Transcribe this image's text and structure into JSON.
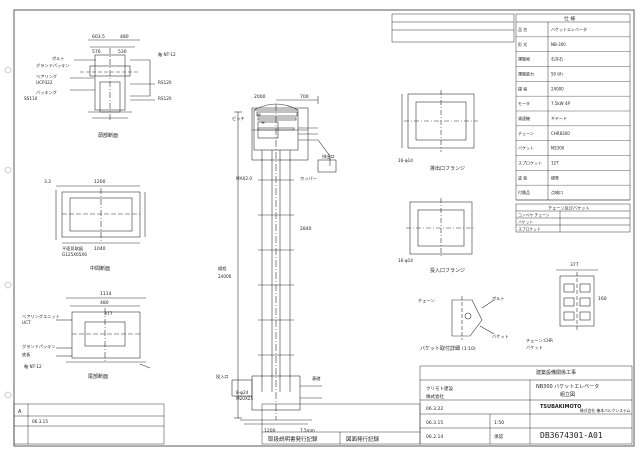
{
  "drawing": {
    "upper_left": {
      "dim_top_a": "603.5",
      "dim_top_b": "480",
      "dim_sub_a": "576",
      "dim_sub_b": "530",
      "label_bolt": "ボルト",
      "label_gland": "グランドパッキン",
      "label_bearing": "ベアリング",
      "label_bearing_code": "UCP322",
      "label_rubber": "バッキング",
      "label_rubber_code": "SS110",
      "label_shaft": "軸 NT-12",
      "label_s1": "RS120",
      "label_s2": "RS120",
      "section_label": "頭部断面"
    },
    "middle_left": {
      "dim_a": "3.2",
      "dim_b": "1200",
      "dim_c": "1040",
      "label_note": "平面見取図",
      "label_spec": "G125X65X6",
      "section_label": "中間断面"
    },
    "lower_left": {
      "dim_a": "1114",
      "dim_b": "480",
      "dim_c": "377",
      "label_bearing": "ベアリングユニット",
      "label_code": "UCT",
      "label_gland": "グランドパッキン",
      "label_plate": "底板",
      "label_shaft": "軸 NT-12",
      "section_label": "尾部断面"
    },
    "center": {
      "label_pitch": "ピッチ",
      "dim_top_a": "2000",
      "dim_top_b": "700",
      "label_max": "MAX2.0",
      "label_hopper": "ホッパー",
      "dim_m": "2840",
      "label_lift": "揚程",
      "label_discharge": "排出口",
      "label_inlet": "投入口",
      "label_base": "基礎",
      "label_frame_a": "24000",
      "label_bot": "8-φ24",
      "label_bot2": "M20X25",
      "dim_width": "1200",
      "dim_base": "7.5mm"
    },
    "right_flange": {
      "label_top": "排出口フランジ",
      "label_mid": "投入口フランジ",
      "label_detail": "バケット取付詳細",
      "label_scale": "(1:10)",
      "label_chain": "チェーン",
      "label_bolt": "ボルト",
      "label_bucket": "バケット",
      "label_chain_code": "チェーン:CHR",
      "label_bucket_code": "バケット",
      "dim_377": "377",
      "dim_160": "160",
      "hole_a": "16-φ14",
      "hole_b": "16-φ14"
    },
    "spec_table": {
      "title": "仕  様",
      "rows": [
        {
          "k": "品  名",
          "v": "バケットエレベータ"
        },
        {
          "k": "形  式",
          "v": "NB-300"
        },
        {
          "k": "運搬物",
          "v": "石灰石"
        },
        {
          "k": "運搬能力",
          "v": "50 t/h"
        },
        {
          "k": "揚  程",
          "v": "24000"
        },
        {
          "k": "モータ",
          "v": "7.5kW 4P"
        },
        {
          "k": "減速機",
          "v": "ギヤード"
        },
        {
          "k": "チェーン",
          "v": "CHR8300"
        },
        {
          "k": "バケット",
          "v": "NS300"
        },
        {
          "k": "スプロケット",
          "v": "12T"
        },
        {
          "k": "塗  装",
          "v": "標準"
        },
        {
          "k": "付属品",
          "v": "点検口"
        }
      ]
    },
    "small_table": {
      "title": "チェーン及びバケット",
      "rows": [
        "コンベヤ チェーン",
        "バケット",
        "スプロケット"
      ]
    },
    "title_block": {
      "project": "建築設備関係工事",
      "product": "NB300 バケットエレベータ",
      "drawing_type": "組立図",
      "company": "TSUBAKIMOTO",
      "company_sub": "株式会社 椿本バルクシステム",
      "drawing_no": "DB3674301-A01",
      "client_a": "クリモト建設",
      "client_b": "株式会社",
      "date_a": "06.3.22",
      "date_b": "06.3.15",
      "date_c": "06.2.14",
      "scale": "1:50",
      "history_label": "承認",
      "rev_mark": "A",
      "rev_text": "06.3.15",
      "footer_a": "取扱説明書発行記録",
      "footer_b": "図面発行記録"
    }
  }
}
